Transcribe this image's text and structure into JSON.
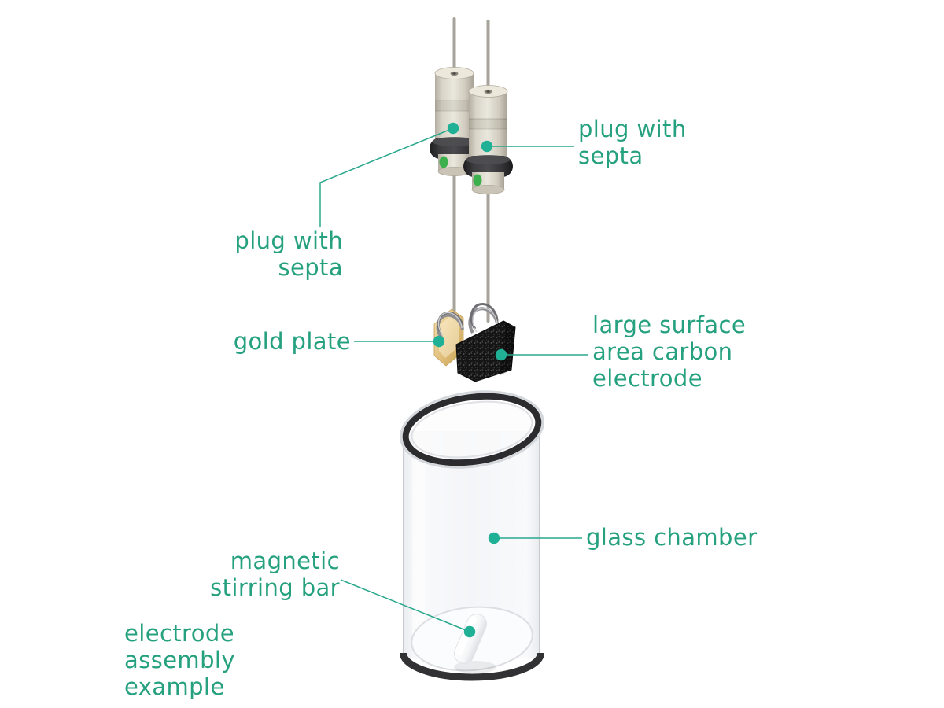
{
  "diagram": {
    "caption": "electrode\nassembly\nexample",
    "labels": {
      "plug_left": "plug with\nsepta",
      "plug_right": "plug with\nsepta",
      "gold_plate": "gold plate",
      "carbon_electrode": "large surface\narea carbon\nelectrode",
      "glass_chamber": "glass chamber",
      "stirring_bar": "magnetic\nstirring bar"
    },
    "parts": [
      "plug with septa (x2)",
      "gold plate",
      "large surface area carbon electrode",
      "glass chamber",
      "magnetic stirring bar"
    ],
    "colors": {
      "label_text": "#26a17f",
      "leader_line": "#2aa88d",
      "anchor_dot": "#1fb096",
      "plug_body": "#d8d4c8",
      "plug_ring": "#3a3a3c",
      "septa_port_dot": "#3bb04d",
      "gold_plate": "#e3c280",
      "carbon_electrode": "#151515",
      "glass_rim": "#2c2c2e",
      "wire": "#a7a39b",
      "background": "#ffffff"
    }
  }
}
